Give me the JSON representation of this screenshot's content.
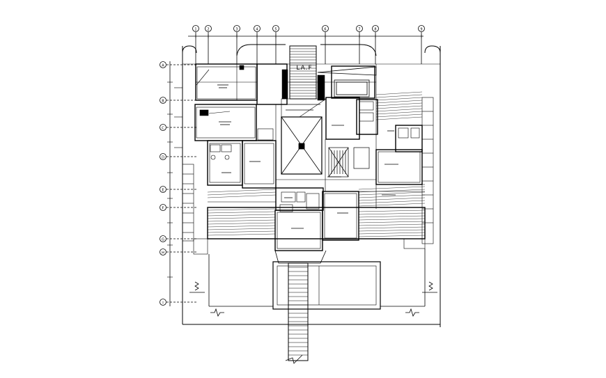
{
  "drawing": {
    "title_mark": "LA.F",
    "colors": {
      "ink": "#000000",
      "paper": "#ffffff",
      "grid": "#7a7a7a"
    }
  },
  "grid_columns": [
    "1",
    "2",
    "3",
    "4",
    "5",
    "6",
    "7",
    "8",
    "9"
  ],
  "grid_rows": [
    "A",
    "B",
    "C",
    "D",
    "E",
    "F",
    "G",
    "H",
    "I"
  ],
  "symbols": {
    "break_left": "break-line-symbol",
    "break_right": "break-line-symbol"
  }
}
